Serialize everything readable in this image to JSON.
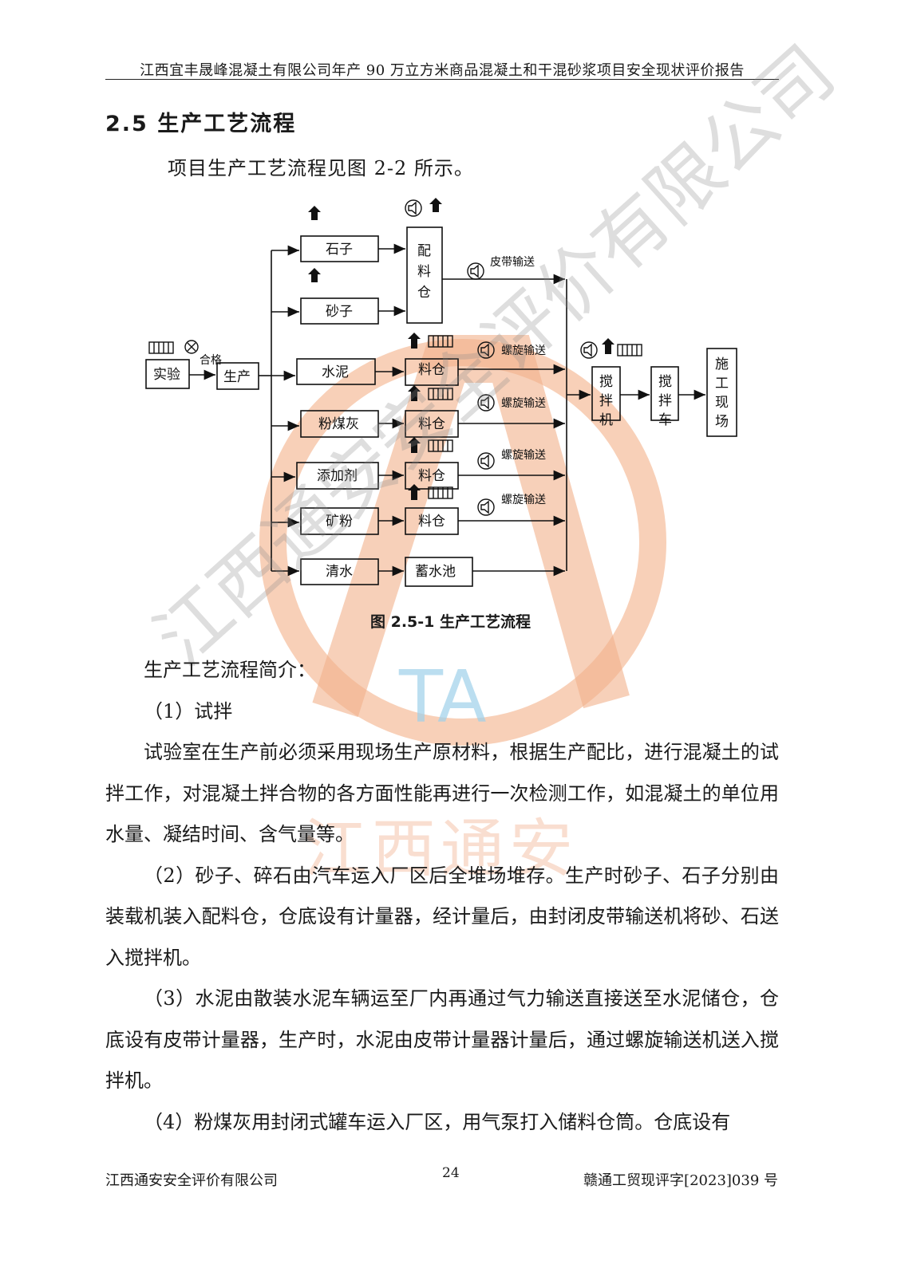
{
  "header": {
    "title": "江西宜丰晟峰混凝土有限公司年产 90 万立方米商品混凝土和干混砂浆项目安全现状评价报告"
  },
  "section": {
    "title": "2.5 生产工艺流程",
    "intro": "项目生产工艺流程见图 2-2 所示。"
  },
  "figure": {
    "caption": "图 2.5-1 生产工艺流程",
    "nodes": {
      "lab": "实验",
      "qualified": "合格",
      "production": "生产",
      "stone": "石子",
      "sand": "砂子",
      "batching_bin": "配\n料\n仓",
      "cement": "水泥",
      "fly_ash": "粉煤灰",
      "additive": "添加剂",
      "mineral_powder": "矿粉",
      "water": "清水",
      "silo": "料仓",
      "reservoir": "蓄水池",
      "mixer": "搅\n拌\n机",
      "mixer_truck": "搅\n拌\n车",
      "site": "施\n工\n现\n场"
    },
    "conveyors": {
      "belt": "皮带输送",
      "screw": "螺旋输送"
    }
  },
  "body": {
    "intro": "生产工艺流程简介：",
    "p1_title": "（1）试拌",
    "p1": "试验室在生产前必须采用现场生产原材料，根据生产配比，进行混凝土的试拌工作，对混凝土拌合物的各方面性能再进行一次检测工作，如混凝土的单位用水量、凝结时间、含气量等。",
    "p2": "（2）砂子、碎石由汽车运入厂区后全堆场堆存。生产时砂子、石子分别由装载机装入配料仓，仓底设有计量器，经计量后，由封闭皮带输送机将砂、石送入搅拌机。",
    "p3": "（3）水泥由散装水泥车辆运至厂内再通过气力输送直接送至水泥储仓，仓底设有皮带计量器，生产时，水泥由皮带计量器计量后，通过螺旋输送机送入搅拌机。",
    "p4": "（4）粉煤灰用封闭式罐车运入厂区，用气泵打入储料仓筒。仓底设有"
  },
  "footer": {
    "company": "江西通安安全评价有限公司",
    "page": "24",
    "ref": "赣通工贸现评字[2023]039 号"
  },
  "watermark": {
    "text": "江西通安安全评价有限公司",
    "stamp": "江西通安",
    "logo_letters": "TA"
  }
}
